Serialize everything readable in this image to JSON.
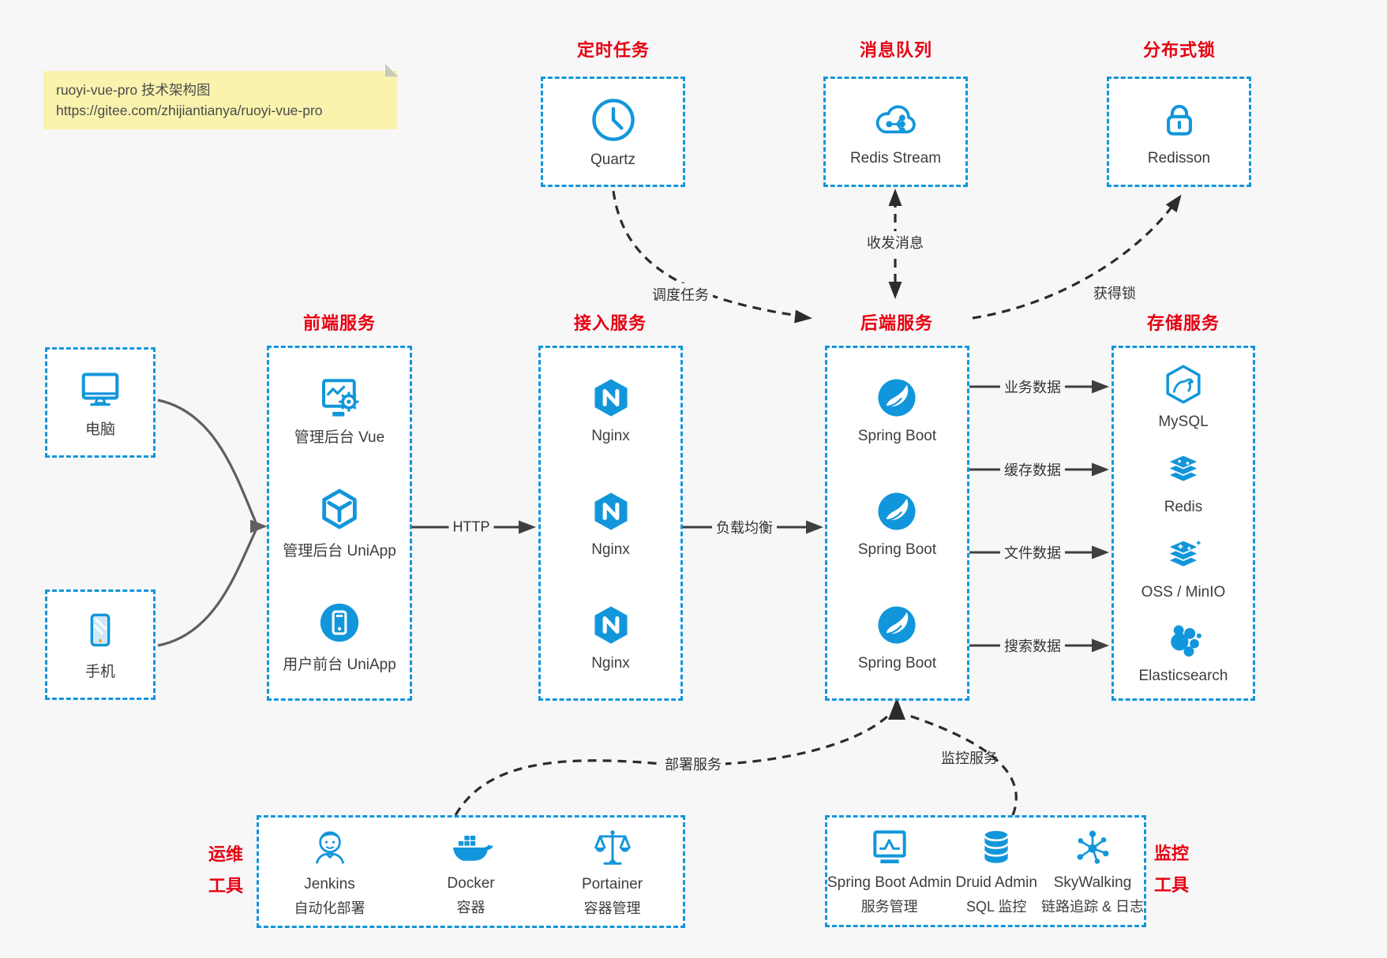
{
  "note": {
    "line1": "ruoyi-vue-pro 技术架构图",
    "line2": "https://gitee.com/zhijiantianya/ruoyi-vue-pro"
  },
  "colors": {
    "accent_blue": "#1296db",
    "title_red": "#e60012",
    "note_yellow": "#faf3ae",
    "background": "#f7f7f8"
  },
  "top_groups": [
    {
      "title": "定时任务",
      "item": {
        "label": "Quartz",
        "icon": "clock-icon"
      }
    },
    {
      "title": "消息队列",
      "item": {
        "label": "Redis Stream",
        "icon": "cloud-stream-icon"
      }
    },
    {
      "title": "分布式锁",
      "item": {
        "label": "Redisson",
        "icon": "lock-icon"
      }
    }
  ],
  "clients": [
    {
      "label": "电脑",
      "icon": "desktop-icon"
    },
    {
      "label": "手机",
      "icon": "phone-icon"
    }
  ],
  "columns": [
    {
      "title": "前端服务",
      "items": [
        {
          "label": "管理后台 Vue",
          "icon": "admin-vue-icon"
        },
        {
          "label": "管理后台 UniApp",
          "icon": "uniapp-cube-icon"
        },
        {
          "label": "用户前台 UniApp",
          "icon": "mobile-app-icon"
        }
      ]
    },
    {
      "title": "接入服务",
      "items": [
        {
          "label": "Nginx",
          "icon": "nginx-icon"
        },
        {
          "label": "Nginx",
          "icon": "nginx-icon"
        },
        {
          "label": "Nginx",
          "icon": "nginx-icon"
        }
      ]
    },
    {
      "title": "后端服务",
      "items": [
        {
          "label": "Spring Boot",
          "icon": "spring-icon"
        },
        {
          "label": "Spring Boot",
          "icon": "spring-icon"
        },
        {
          "label": "Spring Boot",
          "icon": "spring-icon"
        }
      ]
    },
    {
      "title": "存储服务",
      "items": [
        {
          "label": "MySQL",
          "icon": "mysql-icon"
        },
        {
          "label": "Redis",
          "icon": "redis-icon"
        },
        {
          "label": "OSS / MinIO",
          "icon": "oss-icon"
        },
        {
          "label": "Elasticsearch",
          "icon": "elasticsearch-icon"
        }
      ]
    }
  ],
  "bottom_groups": [
    {
      "side_label": [
        "运维",
        "工具"
      ],
      "items": [
        {
          "label": "Jenkins",
          "sublabel": "自动化部署",
          "icon": "jenkins-icon"
        },
        {
          "label": "Docker",
          "sublabel": "容器",
          "icon": "docker-icon"
        },
        {
          "label": "Portainer",
          "sublabel": "容器管理",
          "icon": "portainer-icon"
        }
      ]
    },
    {
      "side_label": [
        "监控",
        "工具"
      ],
      "items": [
        {
          "label": "Spring Boot Admin",
          "sublabel": "服务管理",
          "icon": "monitor-chart-icon"
        },
        {
          "label": "Druid Admin",
          "sublabel": "SQL 监控",
          "icon": "database-icon"
        },
        {
          "label": "SkyWalking",
          "sublabel": "链路追踪 & 日志",
          "icon": "network-nodes-icon"
        }
      ]
    }
  ],
  "edge_labels": {
    "http": "HTTP",
    "load_balance": "负载均衡",
    "schedule": "调度任务",
    "message": "收发消息",
    "acquire_lock": "获得锁",
    "business_data": "业务数据",
    "cache_data": "缓存数据",
    "file_data": "文件数据",
    "search_data": "搜索数据",
    "deploy": "部署服务",
    "monitor": "监控服务"
  }
}
